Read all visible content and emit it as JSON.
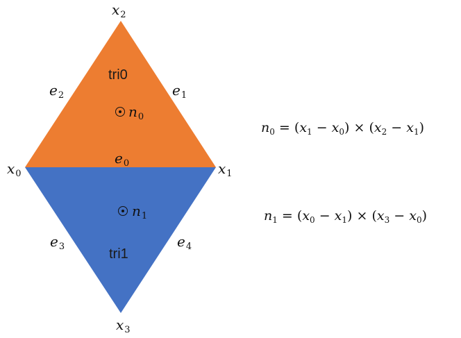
{
  "colors": {
    "tri0_fill": "#ED7D31",
    "tri1_fill": "#4472C4"
  },
  "vertices": {
    "x0": {
      "base": "x",
      "sub": "0"
    },
    "x1": {
      "base": "x",
      "sub": "1"
    },
    "x2": {
      "base": "x",
      "sub": "2"
    },
    "x3": {
      "base": "x",
      "sub": "3"
    }
  },
  "edges": {
    "e0": {
      "base": "e",
      "sub": "0"
    },
    "e1": {
      "base": "e",
      "sub": "1"
    },
    "e2": {
      "base": "e",
      "sub": "2"
    },
    "e3": {
      "base": "e",
      "sub": "3"
    },
    "e4": {
      "base": "e",
      "sub": "4"
    }
  },
  "triangles": {
    "tri0": "tri0",
    "tri1": "tri1"
  },
  "normals": {
    "n0": {
      "base": "n",
      "sub": "0"
    },
    "n1": {
      "base": "n",
      "sub": "1"
    }
  },
  "formulas": {
    "f0": {
      "lhs": "n",
      "lhs_sub": "0",
      "t1a": "x",
      "t1a_sub": "1",
      "t1b": "x",
      "t1b_sub": "0",
      "t2a": "x",
      "t2a_sub": "2",
      "t2b": "x",
      "t2b_sub": "1"
    },
    "f1": {
      "lhs": "n",
      "lhs_sub": "1",
      "t1a": "x",
      "t1a_sub": "0",
      "t1b": "x",
      "t1b_sub": "1",
      "t2a": "x",
      "t2a_sub": "3",
      "t2b": "x",
      "t2b_sub": "0"
    },
    "ops": {
      "eq": " = ",
      "minus": " − ",
      "cross": " × ",
      "lp": "(",
      "rp": ")"
    }
  }
}
